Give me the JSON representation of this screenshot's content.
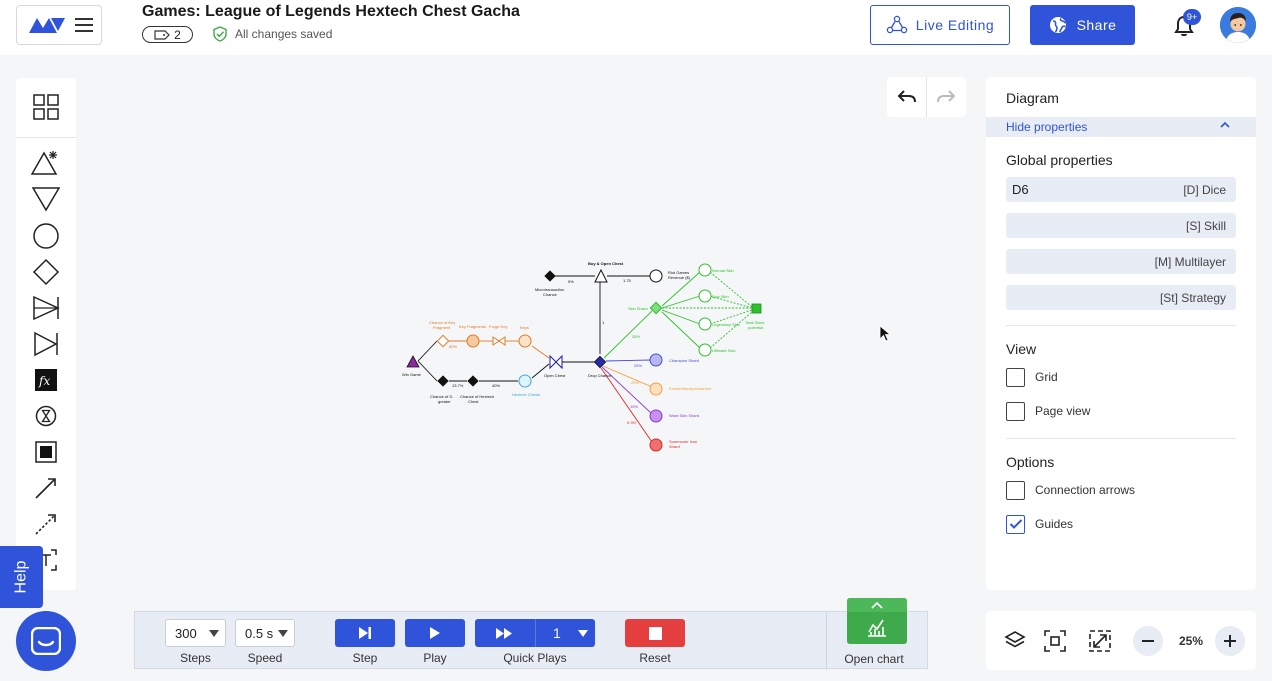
{
  "header": {
    "title": "Games: League of Legends Hextech Chest Gacha",
    "version_count": "2",
    "saved_status": "All changes saved",
    "live_editing_label": "Live Editing",
    "share_label": "Share",
    "notification_badge": "9+"
  },
  "diagram_labels": {
    "buy_open": "Buy & Open Chest",
    "microtrans": "Microtransaction",
    "microtrans2": "Chance",
    "riot": "Riot Games",
    "riot2": "Revenue ($)",
    "chance_key": "Chance of Key",
    "chance_key2": "Fragment",
    "key_frag": "Key Fragments",
    "forge_key": "Forge Key",
    "keys": "Keys",
    "win_game": "Win Game",
    "chance_s": "Chance of S-",
    "chance_s2": "greater",
    "chance_hex": "Chance of Hextech",
    "chance_hex2": "Chest",
    "hex_chests": "Hextech Chests",
    "open_chest": "Open Chest",
    "drop_chance": "Drop Chance",
    "skin_shard": "Skin Shard",
    "total_skins": "Total Skins",
    "total_skins2": "potential",
    "champ_shard": "Champion Shard",
    "emote": "Emote/Ward/permanent",
    "ward_skin": "Ward Skin Shard",
    "summoner": "Summoner Icon",
    "summoner2": "Shard",
    "sk1": "Normal Skin",
    "sk2": "Epic Skin",
    "sk3": "Legendary Skin",
    "sk4": "Ultimate Skin",
    "p_micro": "5%",
    "p_revenue": "1.75",
    "p_one": "1",
    "p_key": "80%",
    "p_s": "13.7%",
    "p_hex": "40%",
    "p_skin": "35%",
    "p_champ": "25%",
    "p_emote": "25%",
    "p_ward": "15%",
    "p_summ": "9.3%"
  },
  "toolbar_tools": [
    "library-icon",
    "pool-icon",
    "drain-icon",
    "node-circle-icon",
    "gate-icon",
    "converter-icon",
    "trader-icon",
    "register-icon",
    "delay-icon",
    "end-condition-icon",
    "resource-connection-icon",
    "state-connection-icon",
    "text-label-icon"
  ],
  "panel": {
    "title": "Diagram",
    "hide_label": "Hide properties",
    "global_title": "Global properties",
    "global_rows": [
      {
        "value": "D6",
        "label": "[D] Dice"
      },
      {
        "value": "",
        "label": "[S] Skill"
      },
      {
        "value": "",
        "label": "[M] Multilayer"
      },
      {
        "value": "",
        "label": "[St] Strategy"
      }
    ],
    "view_title": "View",
    "grid_label": "Grid",
    "page_view_label": "Page view",
    "options_title": "Options",
    "connection_arrows_label": "Connection arrows",
    "guides_label": "Guides",
    "guides_checked": true
  },
  "playbar": {
    "steps_value": "300",
    "steps_label": "Steps",
    "speed_value": "0.5 s",
    "speed_label": "Speed",
    "step_label": "Step",
    "play_label": "Play",
    "quick_plays_label": "Quick Plays",
    "quick_plays_value": "1",
    "reset_label": "Reset",
    "open_chart_label": "Open chart"
  },
  "zoom": {
    "level": "25%"
  },
  "help_label": "Help",
  "colors": {
    "accent": "#2f54d9",
    "danger": "#e53e3e",
    "chart": "#3faa4c"
  }
}
